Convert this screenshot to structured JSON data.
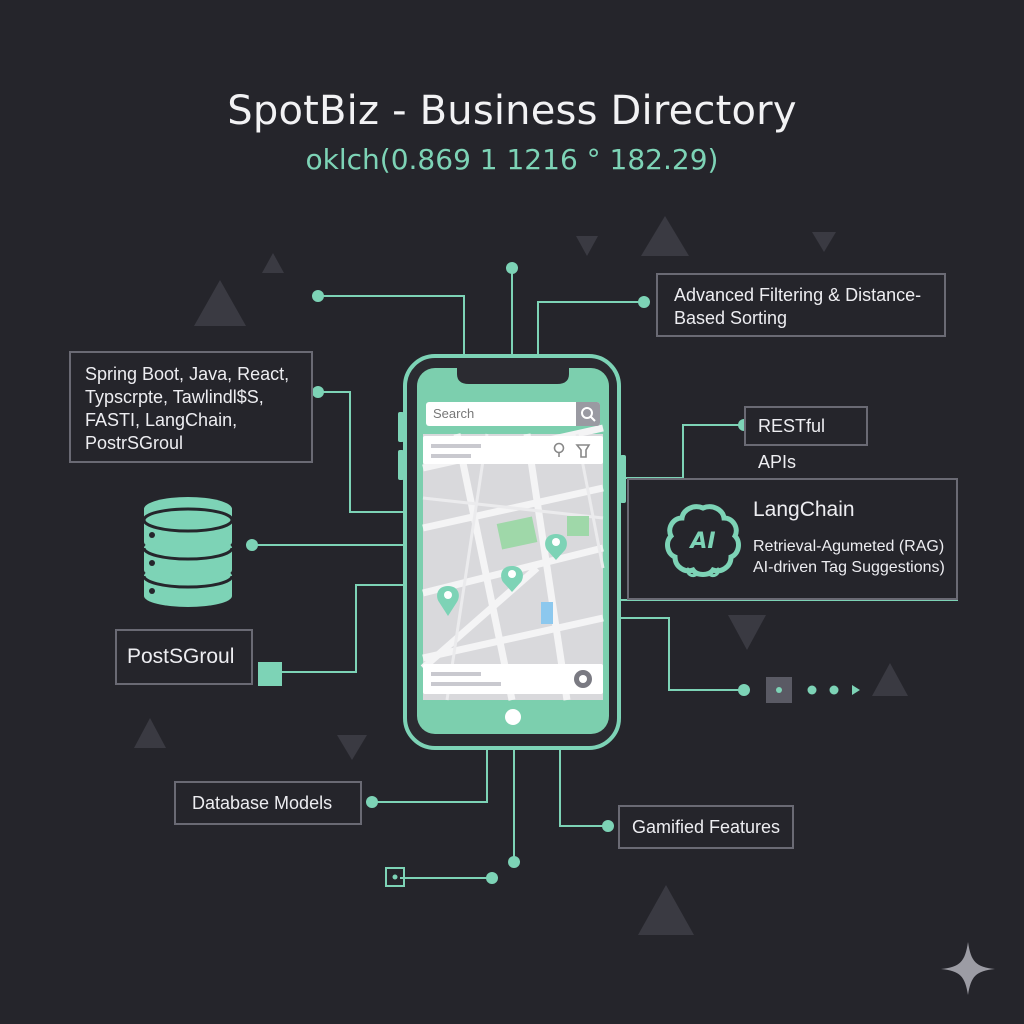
{
  "header": {
    "title": "SpotBiz - Business Directory",
    "subtitle": "oklch(0.869 1 1216 ° 182.29)"
  },
  "colors": {
    "background": "#25252b",
    "accent": "#7dd3b6",
    "box_border": "#6a6a74",
    "text": "#ededf1"
  },
  "boxes": {
    "tech_stack": {
      "lines": [
        "Spring Boot, Java, React,",
        "Typscrpte, Tawlindl$S,",
        "FASTI, LangChain,",
        "PostrSGroul"
      ]
    },
    "filtering": {
      "lines": [
        "Advanced Filtering & Distance-",
        "Based Sorting"
      ]
    },
    "restful": {
      "label": "RESTful APIs"
    },
    "langchain": {
      "title": "LangChain",
      "lines": [
        "Retrieval-Agumeted (RAG)",
        "AI-driven Tag Suggestions)"
      ],
      "icon_text": "AI"
    },
    "postgres": {
      "label": "PostSGroul"
    },
    "db_models": {
      "label": "Database Models"
    },
    "gamified": {
      "label": "Gamified Features"
    }
  },
  "phone": {
    "search_placeholder": "Search"
  },
  "icons": {
    "database": "database-icon",
    "ai_brain": "ai-brain-icon",
    "search": "search-icon",
    "sparkle": "sparkle-icon"
  }
}
